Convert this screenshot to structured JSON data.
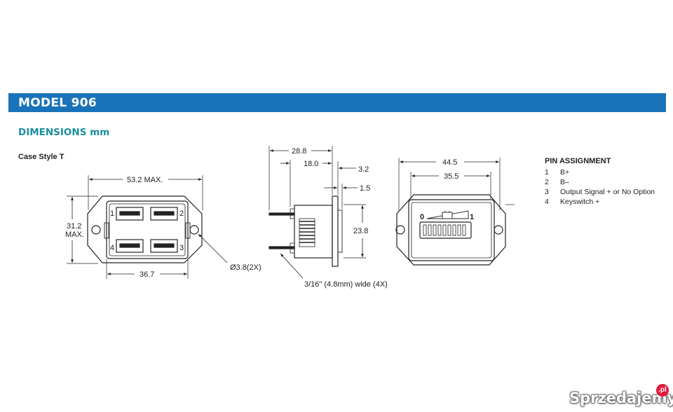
{
  "header": {
    "title": "MODEL 906"
  },
  "section": {
    "title": "DIMENSIONS mm"
  },
  "case_style": "Case Style T",
  "front_view": {
    "dim_width_max": "53.2  MAX.",
    "dim_height_line1": "31.2",
    "dim_height_line2": "MAX.",
    "dim_body_width": "36.7",
    "dim_hole": "Ø3.8(2X)",
    "pins": [
      "1",
      "2",
      "4",
      "3"
    ]
  },
  "side_view": {
    "dim_total": "28.8",
    "dim_depth": "18.0",
    "dim_flange": "3.2",
    "dim_thickness": "1.5",
    "dim_height": "23.8",
    "terminal_note": "3/16\" (4.8mm) wide (4X)"
  },
  "gauge_view": {
    "dim_outer": "44.5",
    "dim_inner": "35.5",
    "scale_low": "0",
    "scale_high": "1"
  },
  "pin_assignment": {
    "title": "PIN ASSIGNMENT",
    "rows": [
      {
        "num": "1",
        "label": "B+"
      },
      {
        "num": "2",
        "label": "B–"
      },
      {
        "num": "3",
        "label": "Output Signal + or No Option"
      },
      {
        "num": "4",
        "label": "Keyswitch +"
      }
    ]
  },
  "watermark": {
    "text": "Sprzedajemy",
    "badge": ".pl"
  },
  "colors": {
    "banner": "#1a73b8",
    "section_title": "#1b8fa0"
  }
}
